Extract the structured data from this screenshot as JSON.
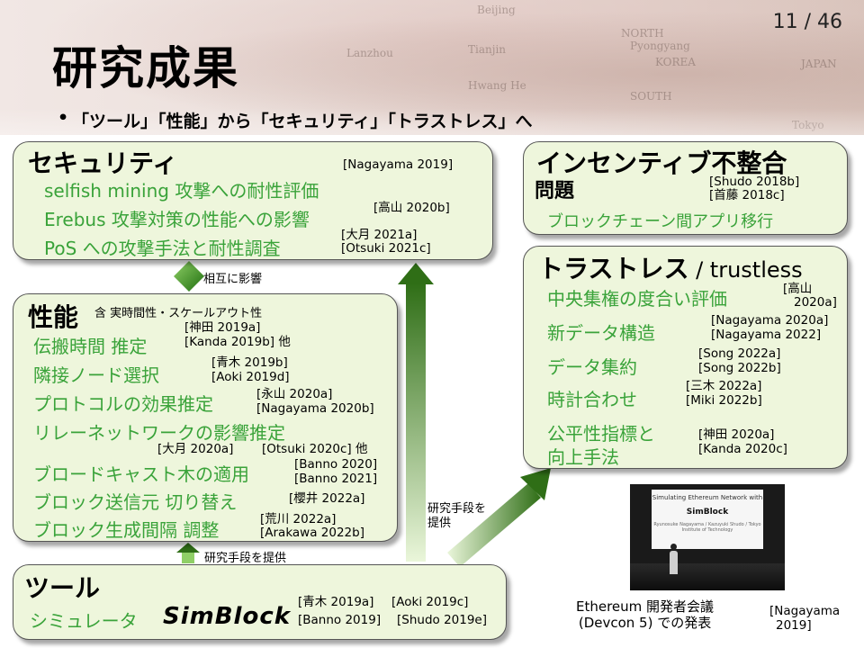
{
  "page_number": "11 / 46",
  "title": "研究成果",
  "subtitle": "「ツール」「性能」から「セキュリティ」「トラストレス」へ",
  "banner_map_labels": [
    "Beijing",
    "Lanzhou",
    "Tianjin",
    "NORTH",
    "Pyongyang",
    "KOREA",
    "SOUTH",
    "JAPAN",
    "Tokyo",
    "Hwang He"
  ],
  "security": {
    "title": "セキュリティ",
    "ref_top": "[Nagayama 2019]",
    "items": [
      "selfish mining 攻撃への耐性評価",
      "Erebus 攻撃対策の性能への影響",
      "PoS への攻撃手法と耐性調査"
    ],
    "ref_item2": "[高山 2020b]",
    "ref_item3_a": "[大月 2021a]",
    "ref_item3_b": "[Otsuki 2021c]"
  },
  "link_label": "相互に影響",
  "incentive": {
    "title": "インセンティブ不整合",
    "title2": "問題",
    "ref_a": "[Shudo 2018b]",
    "ref_b": "[首藤 2018c]",
    "item": "ブロックチェーン間アプリ移行"
  },
  "trustless": {
    "title": "トラストレス",
    "title_en": " / trustless",
    "items": [
      "中央集権の度合い評価",
      "新データ構造",
      "データ集約",
      "時計合わせ",
      "公平性指標と",
      "向上手法"
    ],
    "refs": [
      "[高山",
      "2020a]",
      "[Nagayama 2020a]",
      "[Nagayama 2022]",
      "[Song 2022a]",
      "[Song 2022b]",
      "[三木 2022a]",
      "[Miki 2022b]",
      "[神田 2020a]",
      "[Kanda 2020c]"
    ]
  },
  "performance": {
    "title": "性能",
    "note": "含 実時間性・スケールアウト性",
    "items": [
      "伝搬時間 推定",
      "隣接ノード選択",
      "プロトコルの効果推定",
      "リレーネットワークの影響推定",
      "ブロードキャスト木の適用",
      "ブロック送信元 切り替え",
      "ブロック生成間隔 調整"
    ],
    "refs": [
      "[神田 2019a]",
      "[Kanda 2019b] 他",
      "[青木 2019b]",
      "[Aoki 2019d]",
      "[永山 2020a]",
      "[Nagayama 2020b]",
      "[大月 2020a]",
      "[Otsuki 2020c] 他",
      "[Banno 2020]",
      "[Banno 2021]",
      "[櫻井 2022a]",
      "[荒川 2022a]",
      "[Arakawa 2022b]"
    ]
  },
  "arrows": {
    "provide_label": "研究手段を提供",
    "provide_label_right": "研究手段を",
    "provide_label_right2": "提供"
  },
  "tool": {
    "title": "ツール",
    "item": "シミュレータ",
    "logo": "SimBlock",
    "refs": [
      "[青木 2019a]",
      "[Aoki 2019c]",
      "[Banno 2019]",
      "[Shudo 2019e]"
    ]
  },
  "photo": {
    "screen_title": "Simulating Ethereum Network with",
    "screen_logo": "SimBlock",
    "screen_authors": "Ryunosuke Nagayama / Kazuyuki Shudo / Tokyo Institute of Technology"
  },
  "caption": {
    "line1": "Ethereum 開発者会議",
    "line2": "(Devcon 5) での発表",
    "ref_a": "[Nagayama",
    "ref_b": "2019]"
  },
  "colors": {
    "accent_green": "#3aa33a",
    "box_fill": "#eef6dc",
    "arrow_dark": "#2f6e16",
    "arrow_light": "#8fcf66"
  }
}
